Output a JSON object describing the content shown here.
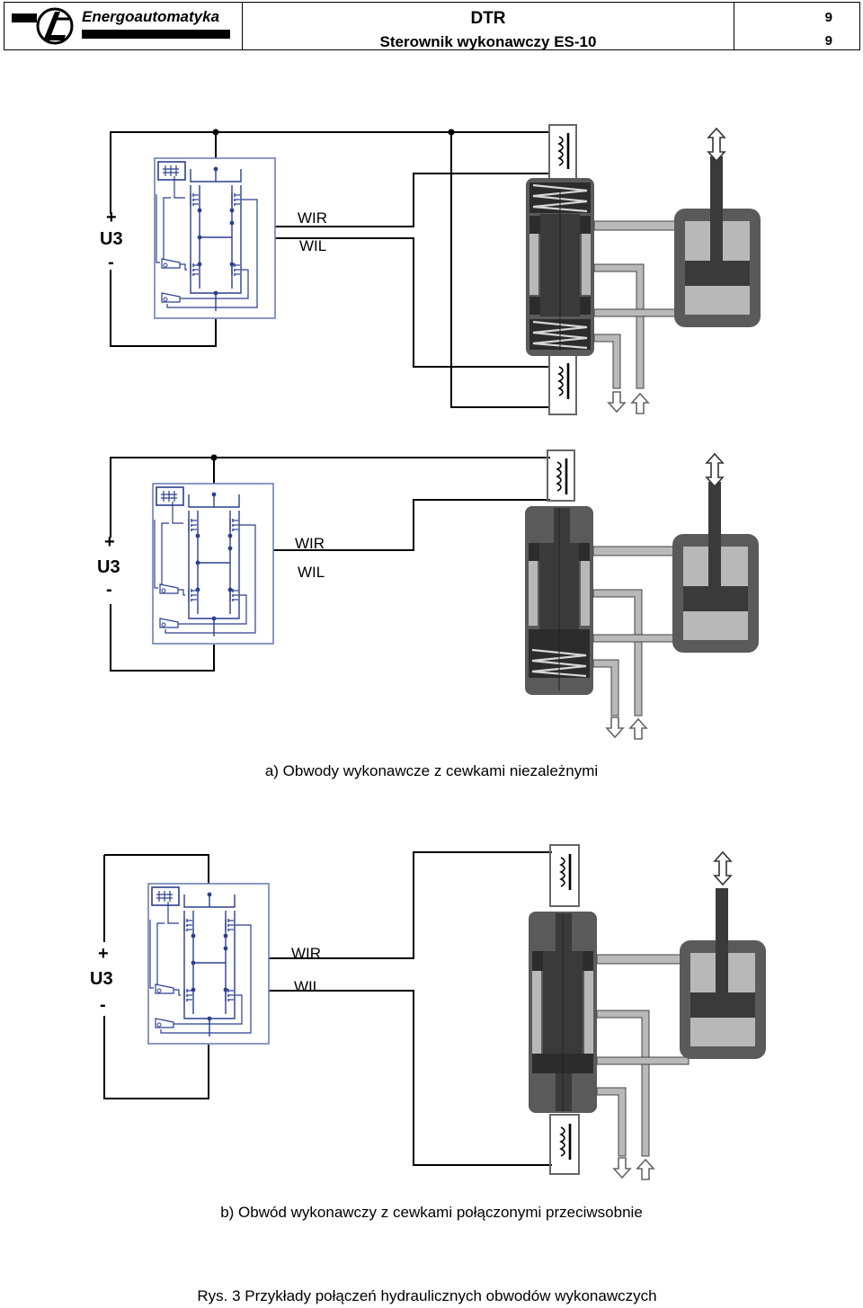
{
  "header": {
    "brand": "Energoautomatyka",
    "doc_type": "DTR",
    "doc_title": "Sterownik wykonawczy  ES-10",
    "page_top": "9",
    "page_bottom": "9"
  },
  "diagrams": {
    "a": {
      "supply_plus": "+",
      "supply_name": "U3",
      "supply_minus": "-",
      "out_right": "WIR",
      "out_left": "WIL"
    },
    "b": {
      "supply_plus": "+",
      "supply_name": "U3",
      "supply_minus": "-",
      "out_right": "WIR",
      "out_left": "WIL"
    },
    "c": {
      "supply_plus": "+",
      "supply_name": "U3",
      "supply_minus": "-",
      "out_right": "WIR",
      "out_left": "WIL"
    }
  },
  "captions": {
    "a": "a) Obwody wykonawcze z cewkami niezależnymi",
    "b": "b) Obwód wykonawczy z cewkami połączonymi przeciwsobnie",
    "figure": "Rys. 3  Przykłady połączeń hydraulicznych obwodów wykonawczych"
  },
  "colors": {
    "circuit_blue": "#2b3f8f",
    "dark_spool": "#3c3c3c",
    "body_gray": "#5a5a5a",
    "port_gray": "#b9b9b9"
  }
}
